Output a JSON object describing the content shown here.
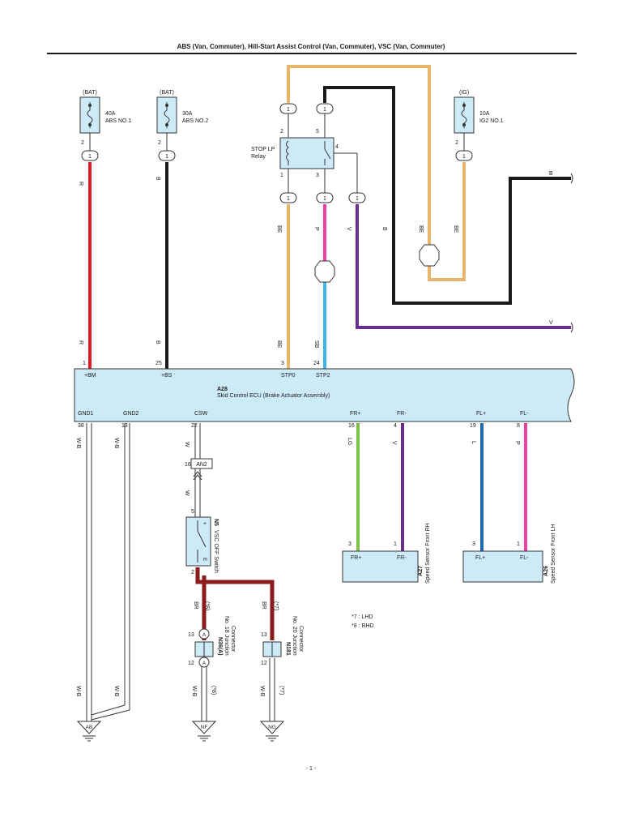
{
  "title": "ABS (Van, Commuter), Hill-Start Assist Control (Van, Commuter), VSC (Van, Commuter)",
  "page_number": "- 1 -",
  "colors": {
    "R": "#e11b22",
    "B": "#1a1a1a",
    "BE": "#e8b56c",
    "P": "#ee3fa7",
    "SB": "#3fb4ea",
    "V": "#6a2c91",
    "LG": "#7dc243",
    "L": "#1f6bb6",
    "BR": "#8b1a1a",
    "WB": "#ffffff",
    "component": "#cdebf7"
  },
  "fuses": [
    {
      "source": "(BAT)",
      "rating": "40A",
      "name": "ABS NO.1",
      "pin": "2",
      "conn": "1"
    },
    {
      "source": "(BAT)",
      "rating": "30A",
      "name": "ABS NO.2",
      "pin": "2",
      "conn": "1"
    },
    {
      "source": "(IG)",
      "rating": "10A",
      "name": "IG2 NO.1",
      "pin": "2",
      "conn": "1"
    }
  ],
  "relay": {
    "name_line1": "STOP LP",
    "name_line2": "Relay",
    "pins": {
      "p1": "1",
      "p2": "2",
      "p3": "3",
      "p4": "4",
      "p5": "5"
    },
    "conns": {
      "top_left": "1",
      "top_right": "1",
      "bot_left": "1",
      "bot_mid": "1",
      "bot_right": "1"
    }
  },
  "wire_labels": {
    "r1": "R",
    "r2": "R",
    "b1": "B",
    "b2": "B",
    "be1": "BE",
    "be2": "BE",
    "be3": "BE",
    "be4": "BE",
    "p": "P",
    "sb": "SB",
    "v": "V",
    "b3": "B",
    "b_right": "B",
    "v_right": "V",
    "wb1": "W-B",
    "wb2": "W-B",
    "w1": "W",
    "w2": "W",
    "lg": "LG",
    "v2": "V",
    "l": "L",
    "p2": "P",
    "br1": "BR",
    "br1_note": "(*8)",
    "br2": "BR",
    "br2_note": "(*7)",
    "wb3": "W-B",
    "wb4": "W-B",
    "wb5": "W-B",
    "wb5_note": "(*8)",
    "wb6": "W-B",
    "wb6_note": "(*7)"
  },
  "ecu": {
    "id": "A28",
    "name": "Skid Control ECU (Brake Actuator Assembly)",
    "top_pins": [
      {
        "num": "1",
        "name": "+BM"
      },
      {
        "num": "25",
        "name": "+BS"
      },
      {
        "num": "3",
        "name": "STP0"
      },
      {
        "num": "24",
        "name": "STP2"
      }
    ],
    "bottom_pins": [
      {
        "num": "38",
        "name": "GND1"
      },
      {
        "num": "13",
        "name": "GND2"
      },
      {
        "num": "22",
        "name": "CSW"
      },
      {
        "num": "16",
        "name": "FR+"
      },
      {
        "num": "4",
        "name": "FR-"
      },
      {
        "num": "19",
        "name": "FL+"
      },
      {
        "num": "8",
        "name": "FL-"
      }
    ]
  },
  "connector_an2": {
    "name": "AN2",
    "pin": "16"
  },
  "vsc_switch": {
    "id": "N5",
    "name": "VSC OFF Switch",
    "pin_top": "5",
    "pin_bot": "2",
    "plus": "+",
    "e": "E"
  },
  "sensor_rh": {
    "id": "A27",
    "name": "Speed Sensor Front RH",
    "pin1": "3",
    "pin2": "1",
    "lbl1": "FR+",
    "lbl2": "FR-"
  },
  "sensor_lh": {
    "id": "A26",
    "name": "Speed Sensor Front LH",
    "pin1": "3",
    "pin2": "1",
    "lbl1": "FL+",
    "lbl2": "FL-"
  },
  "junction_a": {
    "id": "N36(A)",
    "name_line1": "No. 18 Junction",
    "name_line2": "Connector",
    "pin_top": "13",
    "pin_bot": "12",
    "letter": "A"
  },
  "junction_b": {
    "id": "N181",
    "name_line1": "No. 20 Junction",
    "name_line2": "Connector",
    "pin_top": "13",
    "pin_bot": "12"
  },
  "notes": [
    "*7 : LHD",
    "*8 : RHD"
  ],
  "grounds": [
    "AB",
    "NF",
    "NG"
  ]
}
